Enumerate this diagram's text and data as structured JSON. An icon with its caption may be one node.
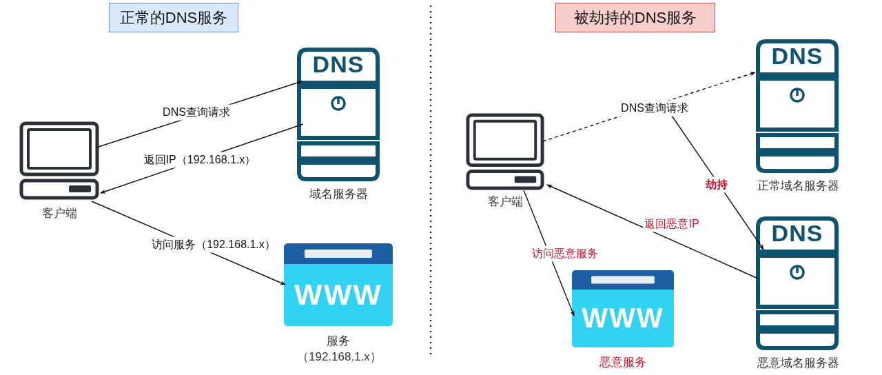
{
  "diagram": {
    "nodes": [
      {
        "text": [
          "正常的DNS服务"
        ]
      },
      {
        "text": [
          "客户端"
        ]
      },
      {
        "text": [
          "DNS",
          "域名服务器"
        ]
      },
      {
        "text": [
          "WWW",
          "服务（192.168.1.x）"
        ]
      },
      {
        "text": [
          "被劫持的DNS服务"
        ]
      },
      {
        "text": [
          "客户端"
        ]
      },
      {
        "text": [
          "DNS",
          "正常域名服务器"
        ]
      },
      {
        "text": [
          "DNS",
          "恶意域名服务器"
        ]
      },
      {
        "text": [
          "WWW",
          "恶意服务"
        ]
      }
    ],
    "edges": [
      {
        "from": 1,
        "to": 2,
        "arrow": "to",
        "label": "DNS查询请求"
      },
      {
        "from": 2,
        "to": 1,
        "arrow": "to",
        "label": "返回IP（192.168.1.x）"
      },
      {
        "from": 1,
        "to": 3,
        "arrow": "to",
        "label": "访问服务（192.168.1.x）"
      },
      {
        "from": 5,
        "to": 6,
        "arrow": "to",
        "label": "DNS查询请求",
        "style": "dashed"
      },
      {
        "from": null,
        "to": 7,
        "arrow": "to",
        "label": "劫持"
      },
      {
        "from": 7,
        "to": 5,
        "arrow": "to",
        "label": "返回恶意IP"
      },
      {
        "from": 5,
        "to": 8,
        "arrow": "to",
        "label": "访问恶意服务"
      }
    ]
  }
}
